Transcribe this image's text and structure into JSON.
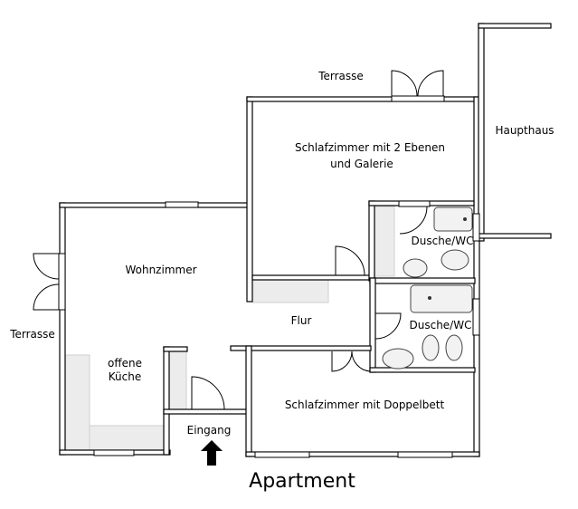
{
  "title": "Apartment",
  "rooms": {
    "terrace_top": "Terrasse",
    "main_house": "Haupthaus",
    "bedroom_two_levels_line1": "Schlafzimmer mit 2 Ebenen",
    "bedroom_two_levels_line2": "und Galerie",
    "shower_wc_upper": "Dusche/WC",
    "living_room": "Wohnzimmer",
    "shower_wc_lower": "Dusche/WC",
    "terrace_left": "Terrasse",
    "hallway": "Flur",
    "kitchen_line1": "offene",
    "kitchen_line2": "Küche",
    "entrance": "Eingang",
    "bedroom_double": "Schlafzimmer mit Doppelbett"
  }
}
